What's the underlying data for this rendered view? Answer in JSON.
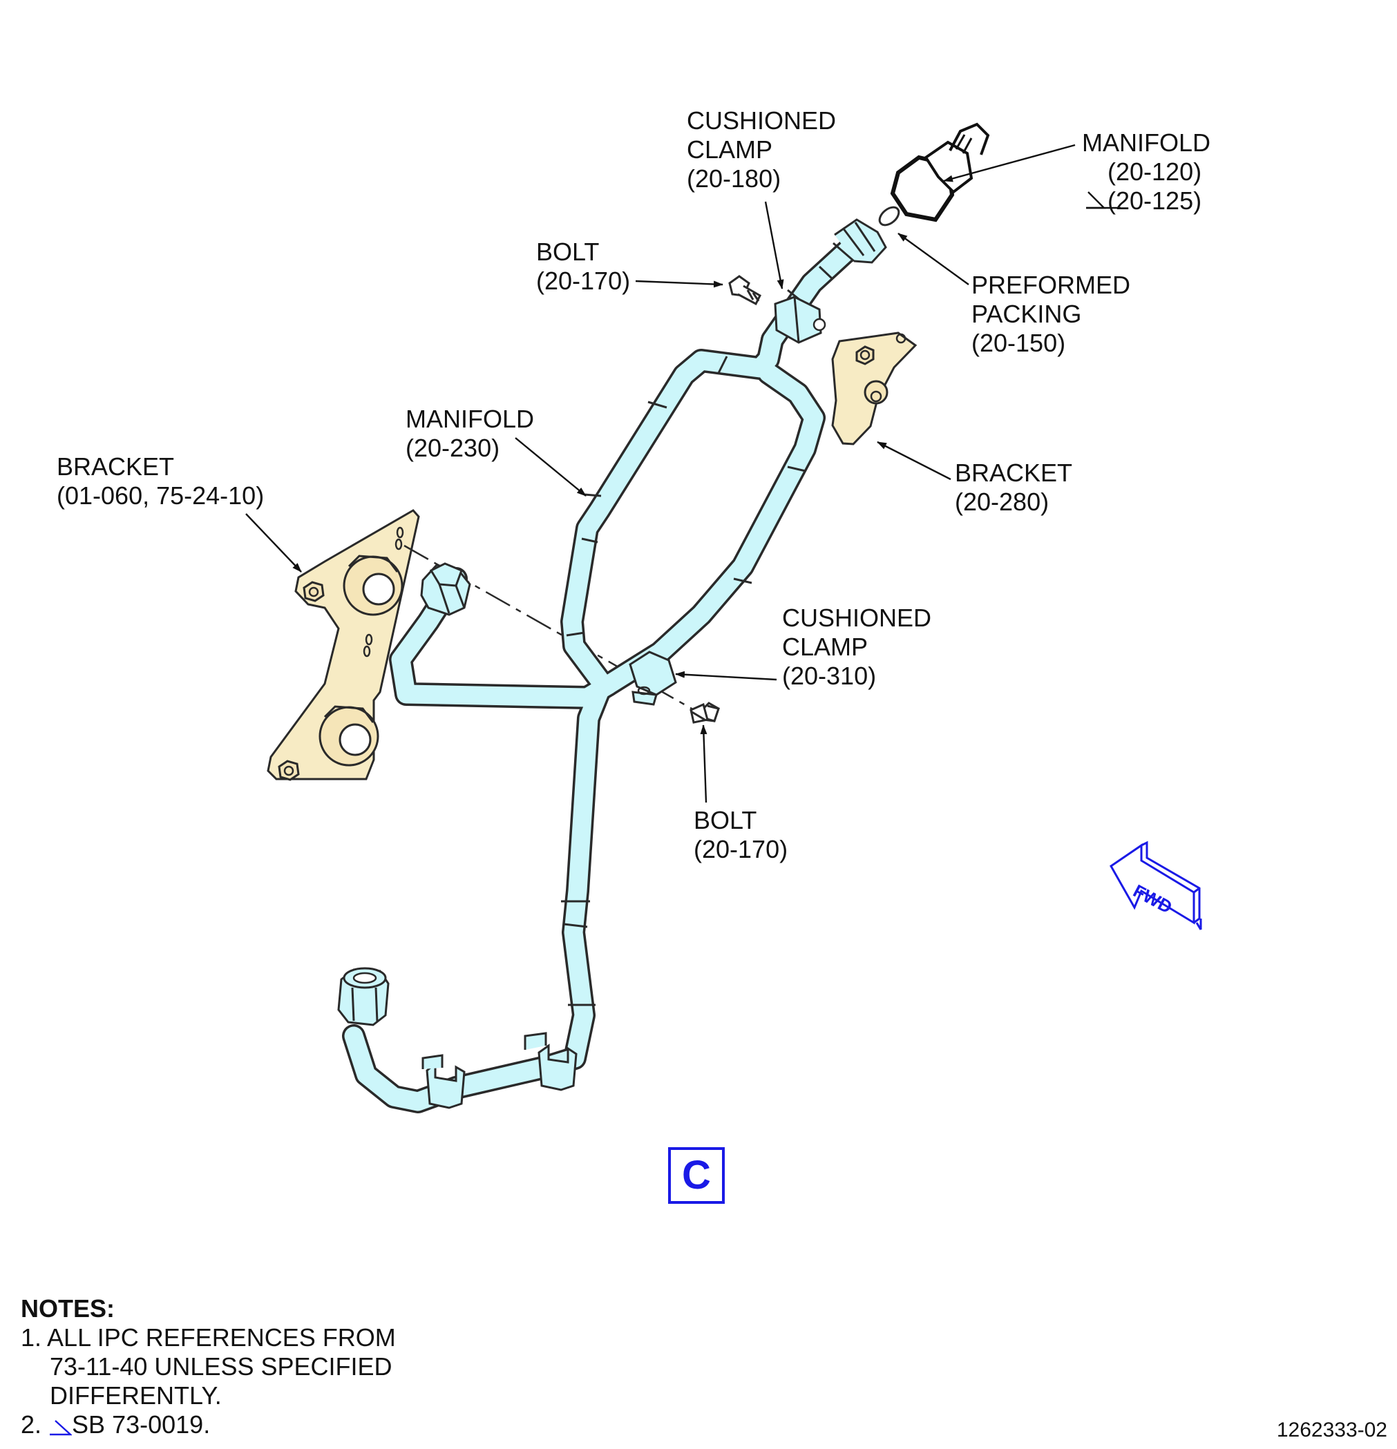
{
  "callouts": {
    "cushioned_clamp_top": [
      "CUSHIONED",
      "CLAMP",
      "(20-180)"
    ],
    "manifold_top": [
      "MANIFOLD",
      "(20-120)",
      "(20-125)"
    ],
    "bolt_top": [
      "BOLT",
      "(20-170)"
    ],
    "preformed_packing": [
      "PREFORMED",
      "PACKING",
      "(20-150)"
    ],
    "manifold_main": [
      "MANIFOLD",
      "(20-230)"
    ],
    "bracket_left": [
      "BRACKET",
      "(01-060, 75-24-10)"
    ],
    "bracket_right": [
      "BRACKET",
      "(20-280)"
    ],
    "cushioned_clamp_mid": [
      "CUSHIONED",
      "CLAMP",
      "(20-310)"
    ],
    "bolt_bottom": [
      "BOLT",
      "(20-170)"
    ]
  },
  "fwd_arrow_label": "FWD",
  "view_label": "C",
  "notes": {
    "title": "NOTES:",
    "item1": [
      "1. ALL IPC REFERENCES FROM",
      "73-11-40 UNLESS SPECIFIED",
      "DIFFERENTLY."
    ],
    "item2_prefix": "2.",
    "item2_text": "SB 73-0019."
  },
  "drawing_id": "1262333-02",
  "colors": {
    "tube_fill": "#ccf6fa",
    "bracket_fill": "#f7ebc4",
    "annotation_blue": "#1a1ae6"
  }
}
